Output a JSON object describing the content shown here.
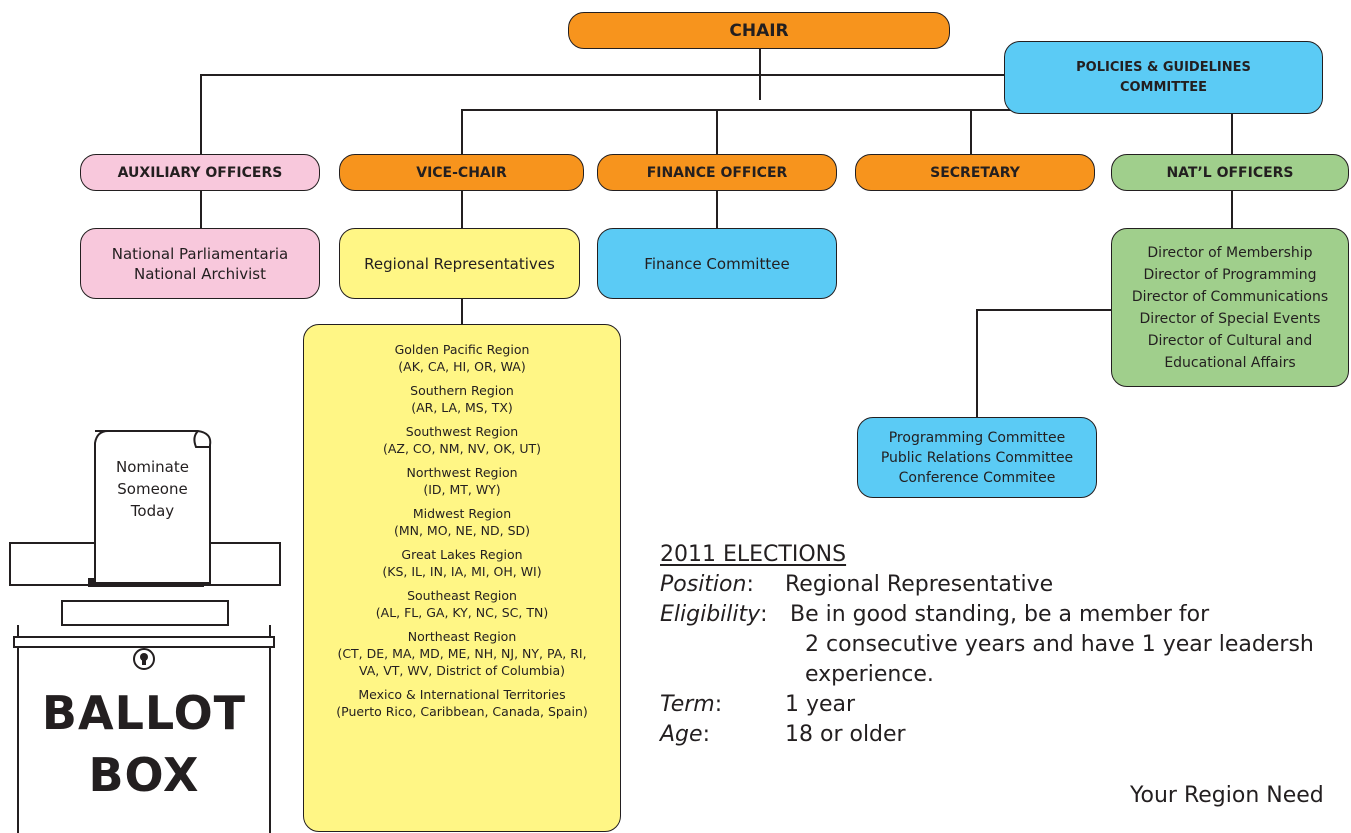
{
  "chart": {
    "chair": "CHAIR",
    "policies": [
      "POLICIES & GUIDELINES",
      "COMMITTEE"
    ],
    "auxiliary": "AUXILIARY OFFICERS",
    "vice_chair": "VICE-CHAIR",
    "finance_officer": "FINANCE OFFICER",
    "secretary": "SECRETARY",
    "natl_officers": "NAT’L OFFICERS",
    "aux_members": [
      "National Parliamentaria",
      "National Archivist"
    ],
    "regional_reps": "Regional Representatives",
    "finance_committee": "Finance Committee",
    "directors": [
      "Director of Membership",
      "Director of Programming",
      "Director of Communications",
      "Director of Special Events",
      "Director of Cultural and",
      "Educational Affairs"
    ],
    "committees": [
      "Programming Committee",
      "Public Relations Committee",
      "Conference Commitee"
    ]
  },
  "regions": [
    {
      "name": "Golden Pacific Region",
      "states": [
        "(AK, CA, HI, OR, WA)"
      ]
    },
    {
      "name": "Southern Region",
      "states": [
        "(AR, LA, MS, TX)"
      ]
    },
    {
      "name": "Southwest Region",
      "states": [
        "(AZ, CO, NM, NV, OK, UT)"
      ]
    },
    {
      "name": "Northwest Region",
      "states": [
        "(ID, MT, WY)"
      ]
    },
    {
      "name": "Midwest Region",
      "states": [
        "(MN, MO, NE, ND, SD)"
      ]
    },
    {
      "name": "Great Lakes Region",
      "states": [
        "(KS, IL, IN, IA, MI, OH, WI)"
      ]
    },
    {
      "name": "Southeast Region",
      "states": [
        "(AL, FL, GA, KY, NC, SC, TN)"
      ]
    },
    {
      "name": "Northeast Region",
      "states": [
        "(CT, DE, MA, MD, ME, NH, NJ, NY, PA, RI,",
        "VA, VT, WV, District of Columbia)"
      ]
    },
    {
      "name": "Mexico & International Territories",
      "states": [
        "(Puerto Rico, Caribbean, Canada, Spain)"
      ]
    }
  ],
  "elections": {
    "title": "2011 ELECTIONS",
    "position_label": "Position",
    "position_value": "Regional Representative",
    "eligibility_label": "Eligibility",
    "eligibility_lines": [
      "Be in good standing, be a member for",
      "2 consecutive years and have 1 year leadersh",
      "experience."
    ],
    "term_label": "Term",
    "term_value": "1 year",
    "age_label": "Age",
    "age_value": "18 or older",
    "colon": ":",
    "footer": "Your Region Need"
  },
  "ballot": {
    "slip_lines": [
      "Nominate",
      "Someone",
      "Today"
    ],
    "label_lines": [
      "BALLOT",
      "BOX"
    ]
  },
  "colors": {
    "orange": "#f7941d",
    "blue": "#5bcbf5",
    "pink": "#f8c8dc",
    "green": "#a0cf8c",
    "yellow": "#fff685"
  }
}
